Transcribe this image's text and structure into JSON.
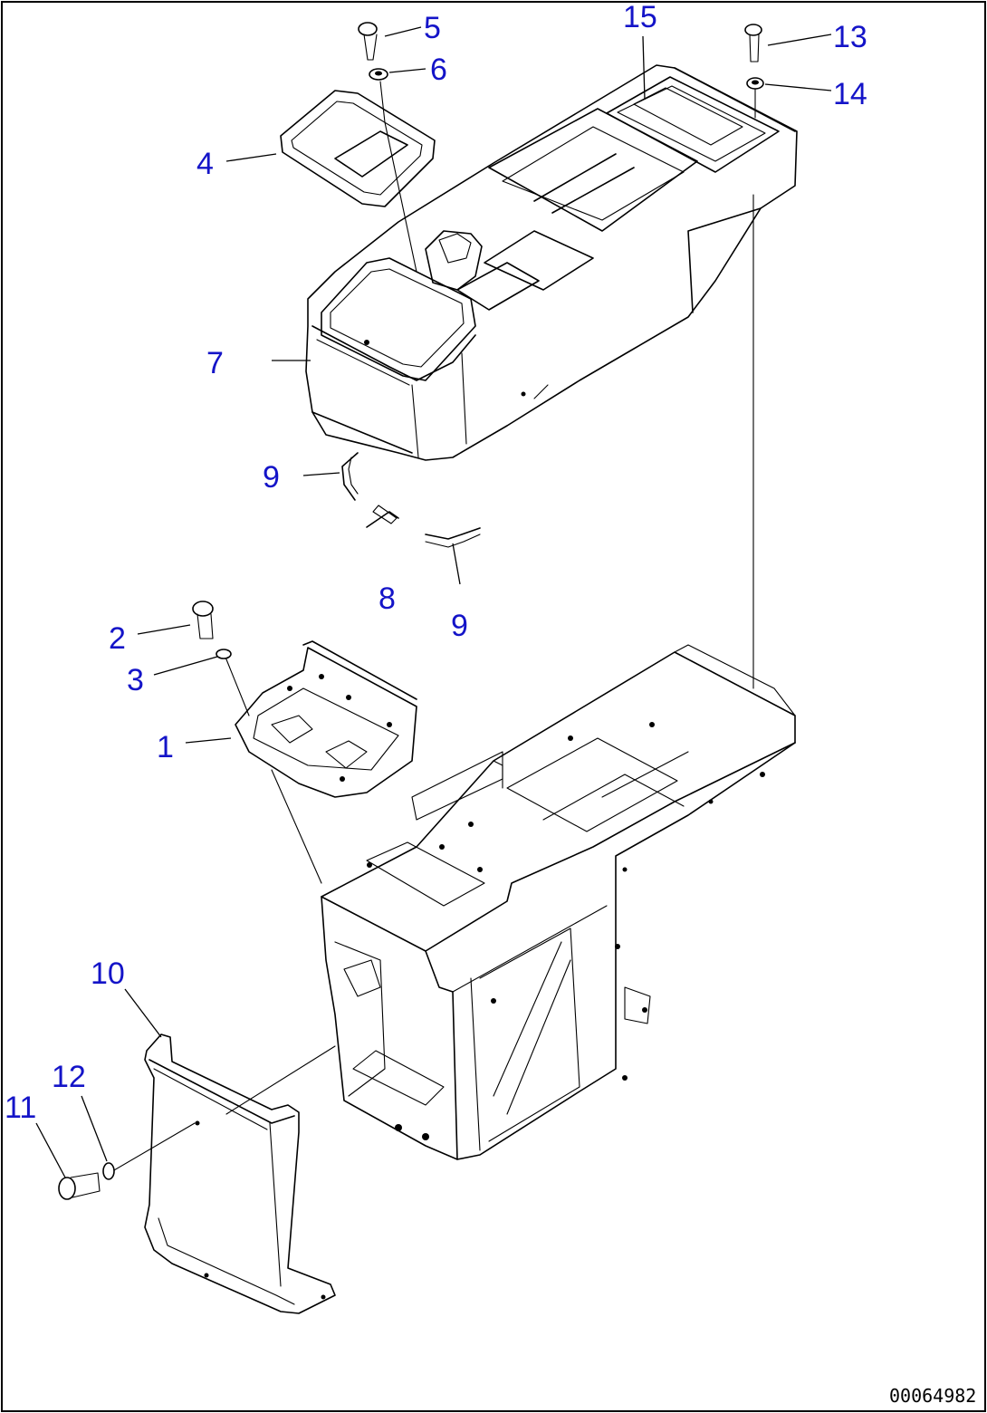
{
  "diagram": {
    "drawing_number": "00064982",
    "callouts": [
      {
        "id": "c1",
        "label": "1"
      },
      {
        "id": "c2",
        "label": "2"
      },
      {
        "id": "c3",
        "label": "3"
      },
      {
        "id": "c4",
        "label": "4"
      },
      {
        "id": "c5",
        "label": "5"
      },
      {
        "id": "c6",
        "label": "6"
      },
      {
        "id": "c7",
        "label": "7"
      },
      {
        "id": "c8",
        "label": "8"
      },
      {
        "id": "c9a",
        "label": "9"
      },
      {
        "id": "c9b",
        "label": "9"
      },
      {
        "id": "c10",
        "label": "10"
      },
      {
        "id": "c11",
        "label": "11"
      },
      {
        "id": "c12",
        "label": "12"
      },
      {
        "id": "c13",
        "label": "13"
      },
      {
        "id": "c14",
        "label": "14"
      },
      {
        "id": "c15",
        "label": "15"
      }
    ]
  },
  "colors": {
    "callout": "#1414c8",
    "linework": "#000000",
    "background": "#ffffff"
  }
}
